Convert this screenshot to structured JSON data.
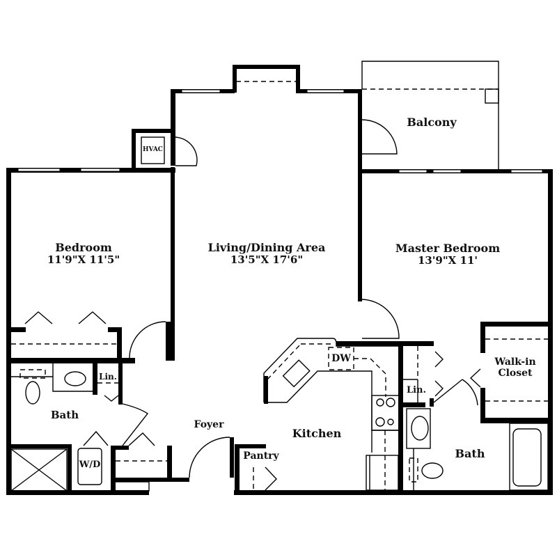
{
  "plan": {
    "rooms": {
      "bedroom": {
        "name": "Bedroom",
        "dims": "11'9\"X 11'5\""
      },
      "living": {
        "name": "Living/Dining Area",
        "dims": "13'5\"X 17'6\""
      },
      "master": {
        "name": "Master Bedroom",
        "dims": "13'9\"X 11'"
      },
      "balcony": {
        "name": "Balcony"
      },
      "hvac": {
        "name": "HVAC"
      },
      "bath1": {
        "name": "Bath"
      },
      "lin1": {
        "name": "Lin."
      },
      "wd": {
        "name": "W/D"
      },
      "foyer": {
        "name": "Foyer"
      },
      "kitchen": {
        "name": "Kitchen"
      },
      "pantry": {
        "name": "Pantry"
      },
      "dw": {
        "name": "DW"
      },
      "lin2": {
        "name": "Lin."
      },
      "closet": {
        "line1": "Walk-in",
        "line2": "Closet"
      },
      "bath2": {
        "name": "Bath"
      }
    },
    "colors": {
      "wall": "#000000",
      "background": "#ffffff"
    }
  }
}
